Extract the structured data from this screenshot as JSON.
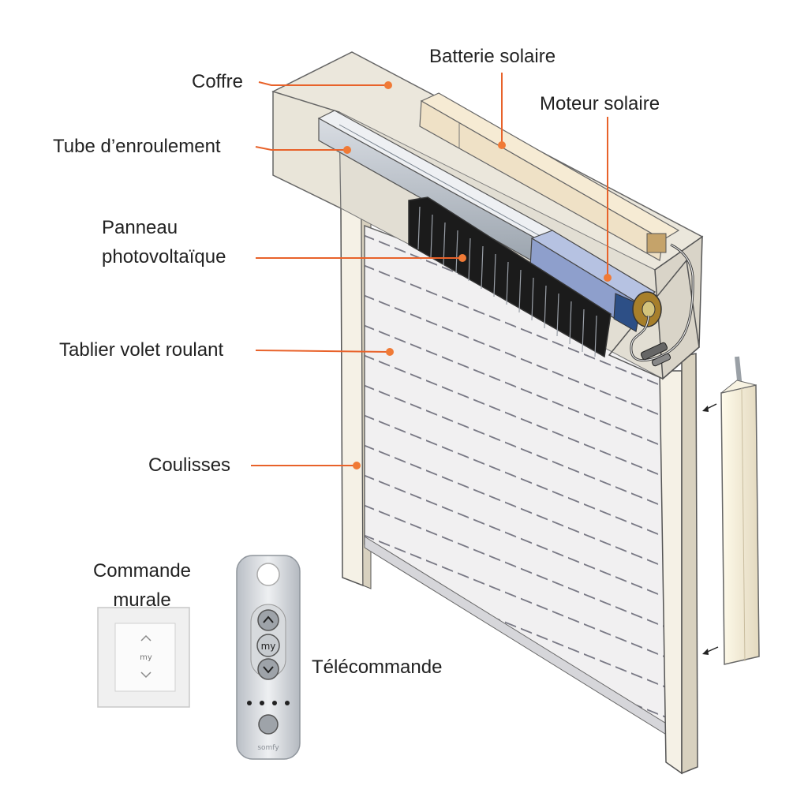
{
  "labels": {
    "coffre": "Coffre",
    "tube": "Tube d’enroulement",
    "panneau_line1": "Panneau",
    "panneau_line2": "photovoltaïque",
    "tablier": "Tablier volet roulant",
    "coulisses": "Coulisses",
    "batterie": "Batterie solaire",
    "moteur": "Moteur solaire",
    "commande_line1": "Commande",
    "commande_line2": "murale",
    "telecommande": "Télécommande"
  },
  "remote": {
    "button_my": "my",
    "brand": "somfy"
  },
  "wall_switch": {
    "button_my": "my"
  },
  "colors": {
    "leader": "#e8622a",
    "dot": "#f07a36",
    "text": "#222222",
    "box": "#ebe7dc",
    "panel": "#1b1b1b",
    "motor": "#8e9fcc",
    "battery": "#efe1c6"
  }
}
